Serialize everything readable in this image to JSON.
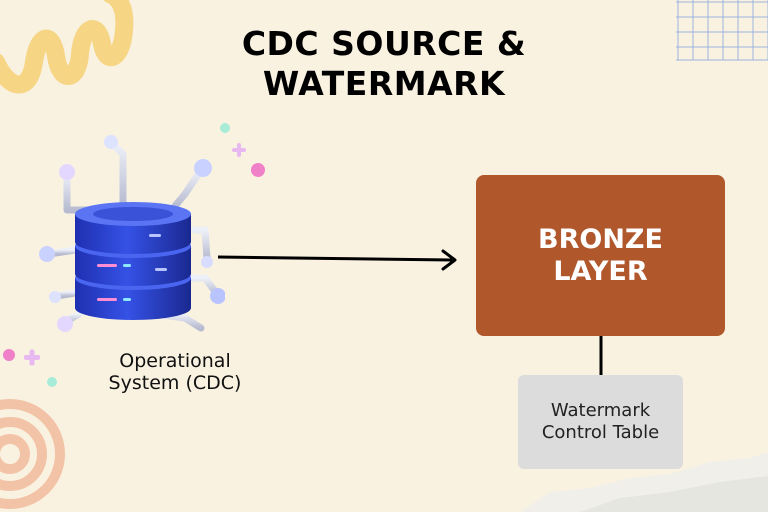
{
  "title": {
    "line1": "CDC SOURCE &",
    "line2": "WATERMARK"
  },
  "nodes": {
    "source": {
      "icon": "database-server-icon",
      "label_line1": "Operational",
      "label_line2": "System (CDC)"
    },
    "bronze": {
      "label_line1": "BRONZE",
      "label_line2": "LAYER"
    },
    "watermark": {
      "label_line1": "Watermark",
      "label_line2": "Control Table"
    }
  },
  "edges": [
    {
      "from": "source",
      "to": "bronze",
      "style": "arrow"
    },
    {
      "from": "bronze",
      "to": "watermark",
      "style": "line"
    }
  ],
  "colors": {
    "background": "#f9f2e1",
    "bronze_fill": "#b0572c",
    "watermark_fill": "#dcdcdc",
    "edge": "#000000",
    "server_blue": "#2b46d8",
    "squiggle_yellow": "#f6d585",
    "spiral_peach": "#f3bb9f",
    "grid_blue": "#9db2e0"
  }
}
